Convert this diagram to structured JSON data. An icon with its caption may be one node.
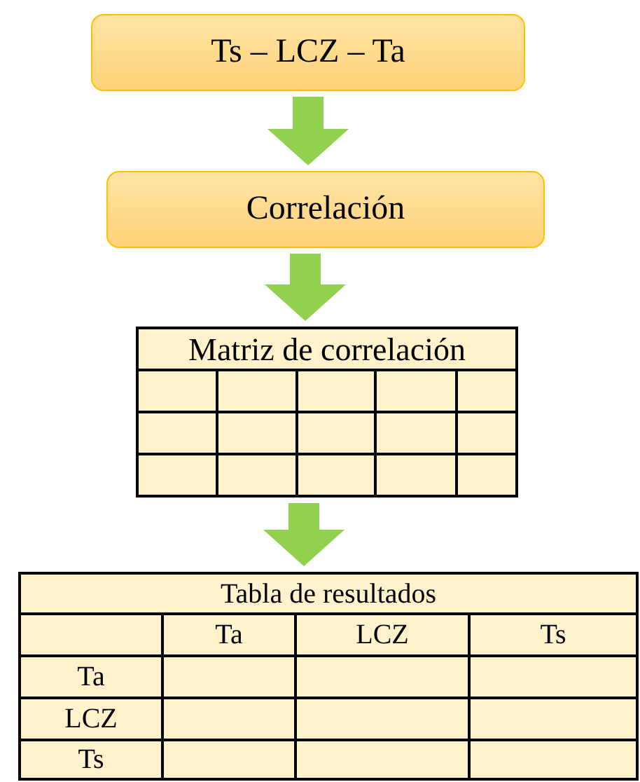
{
  "diagram": {
    "nodes": [
      {
        "text": [
          "Ts – LCZ – Ta"
        ]
      },
      {
        "text": [
          "Correlación"
        ]
      },
      {
        "text": [
          "Matriz de correlación"
        ]
      },
      {
        "text": [
          "Tabla de resultados"
        ]
      }
    ],
    "edges": [
      {
        "from": 0,
        "to": 1,
        "arrow": "to"
      },
      {
        "from": 1,
        "to": 2,
        "arrow": "to"
      },
      {
        "from": 2,
        "to": 3,
        "arrow": "to"
      }
    ],
    "labels": [
      "Ta",
      "LCZ",
      "Ts",
      "Ta",
      "LCZ",
      "Ts"
    ]
  }
}
